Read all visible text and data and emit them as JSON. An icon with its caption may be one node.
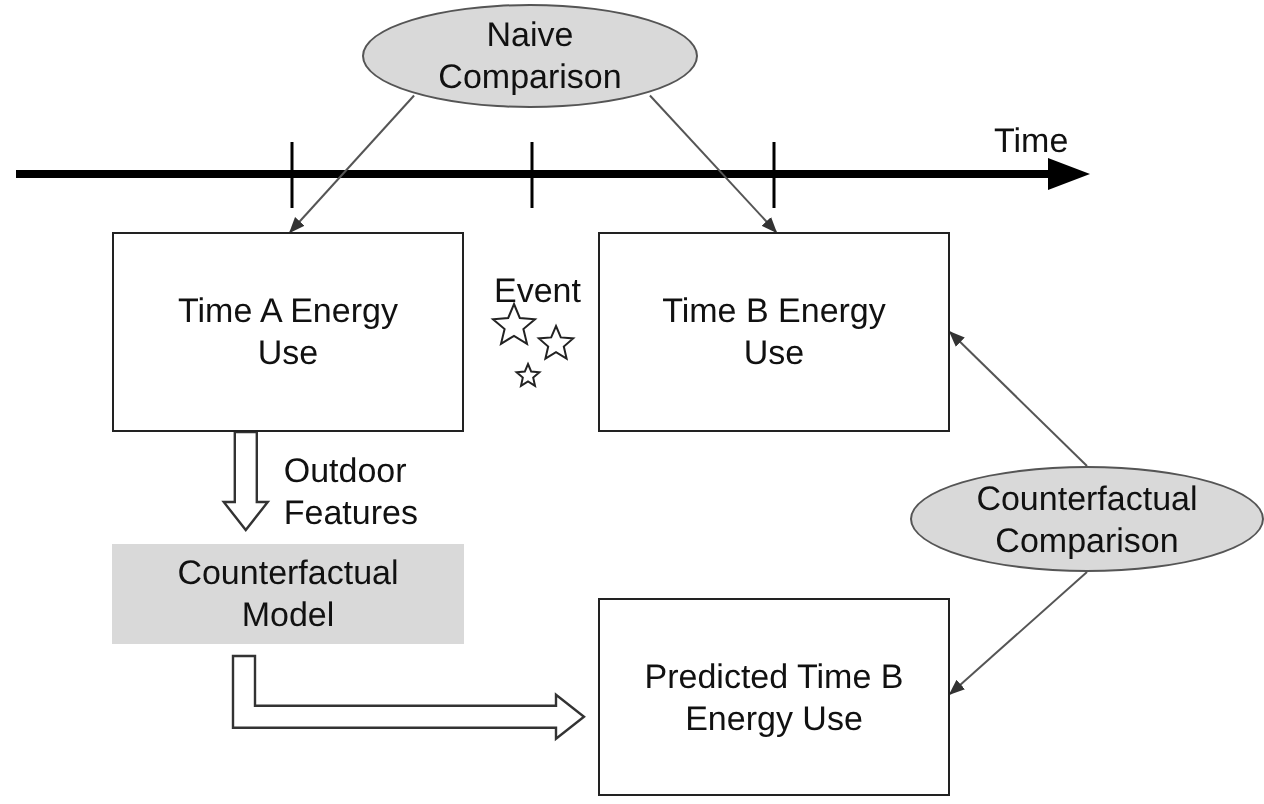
{
  "diagram": {
    "nodes": [
      {
        "text": [
          "Naive Comparison"
        ]
      },
      {
        "text": [
          "Time A Energy Use"
        ]
      },
      {
        "text": [
          "Time B Energy Use"
        ]
      },
      {
        "text": [
          "Counterfactual Model"
        ]
      },
      {
        "text": [
          "Counterfactual Comparison"
        ]
      },
      {
        "text": [
          "Predicted Time B Energy Use"
        ]
      }
    ],
    "edges": [
      {
        "from": 0,
        "to": 1,
        "arrow": "to"
      },
      {
        "from": 0,
        "to": 2,
        "arrow": "to"
      },
      {
        "from": 4,
        "to": 2,
        "arrow": "to"
      },
      {
        "from": 4,
        "to": 5,
        "arrow": "to"
      },
      {
        "from": 1,
        "to": 3,
        "arrow": "to",
        "style": "thick",
        "label": "Outdoor Features"
      },
      {
        "from": 3,
        "to": 5,
        "arrow": "to",
        "style": "thick"
      }
    ],
    "labels": [
      "Time",
      "Event"
    ]
  }
}
